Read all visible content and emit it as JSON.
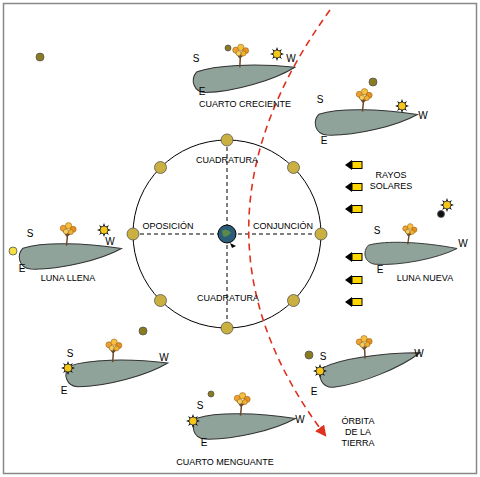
{
  "diagram": {
    "labels": [
      "S",
      "W",
      "E",
      "CUARTO CRECIENTE",
      "S",
      "W",
      "E",
      "CUADRATURA",
      "RAYOS SOLARES",
      "OPOSICIÓN",
      "CONJUNCIÓN",
      "S",
      "W",
      "S",
      "W",
      "E",
      "E",
      "LUNA LLENA",
      "LUNA NUEVA",
      "CUADRATURA",
      "S",
      "W",
      "S",
      "W",
      "E",
      "E",
      "S",
      "W",
      "E",
      "ÓRBITA DE LA TIERRA",
      "CUARTO MENGUANTE"
    ]
  }
}
